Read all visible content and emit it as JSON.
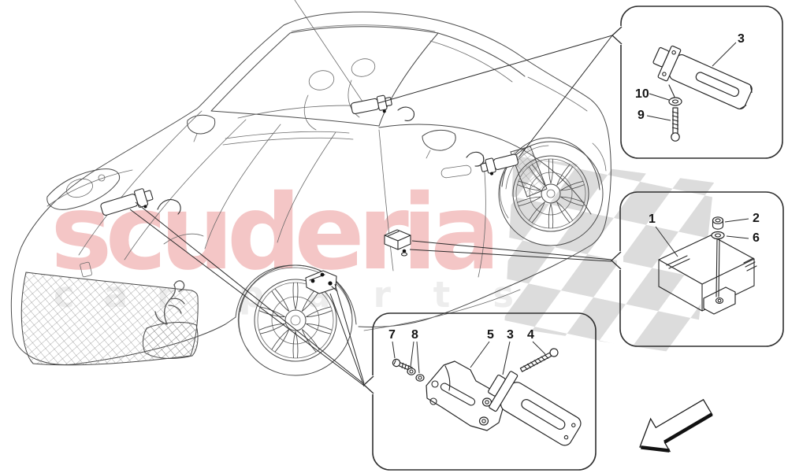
{
  "watermark": {
    "brand": "scuderia",
    "word1": "car",
    "word2": "parts"
  },
  "callouts": {
    "sensor_box": {
      "part3": "3",
      "part10": "10",
      "part9": "9"
    },
    "ecu_box": {
      "part1": "1",
      "part2": "2",
      "part6": "6"
    },
    "bracket_box": {
      "part7": "7",
      "part8": "8",
      "part5": "5",
      "part3": "3",
      "part4": "4"
    }
  },
  "colors": {
    "brand_watermark": "#f4c6c6",
    "sub_watermark": "#ededed",
    "flag_gray": "#dcdcdc",
    "line_art": "#4a4a4a",
    "label_text": "#141414"
  },
  "icons": {
    "direction_arrow": "down-left-arrow",
    "flag": "checkered-flag-pattern"
  }
}
